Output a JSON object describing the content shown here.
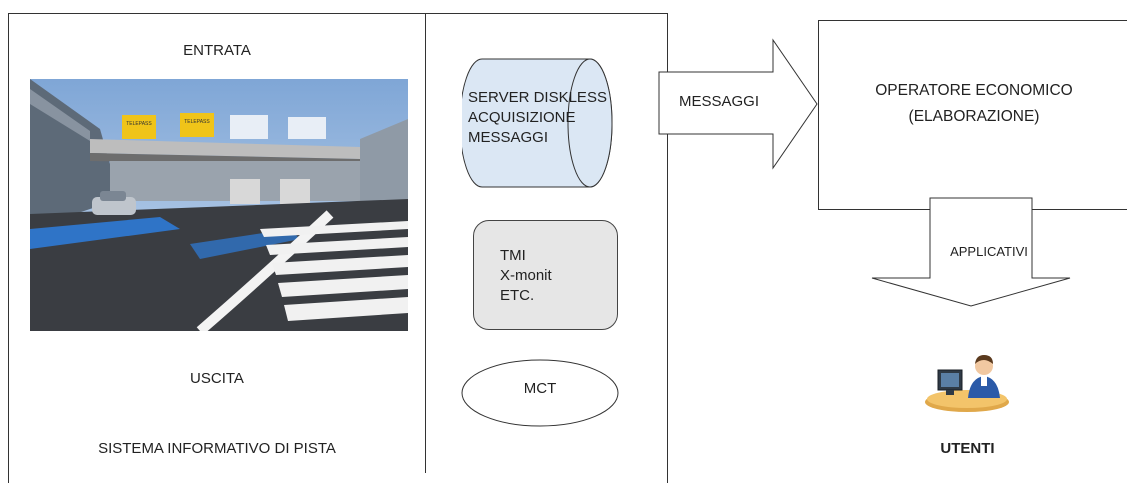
{
  "left_panel": {
    "entrata": "ENTRATA",
    "uscita": "USCITA",
    "sistema": "SISTEMA INFORMATIVO DI PISTA",
    "sign_text": "TELEPASS"
  },
  "server": {
    "lines": [
      "SERVER DISKLESS",
      "ACQUISIZIONE",
      "MESSAGGI"
    ]
  },
  "tools": {
    "lines": [
      "TMI",
      "X-monit",
      "ETC."
    ]
  },
  "mct": {
    "label": "MCT"
  },
  "messaggi": {
    "label": "MESSAGGI"
  },
  "operatore": {
    "line1": "OPERATORE ECONOMICO",
    "line2": "(ELABORAZIONE)"
  },
  "applicativi": {
    "label": "APPLICATIVI"
  },
  "utenti": {
    "label": "UTENTI"
  },
  "colors": {
    "cylinder_fill": "#dbe7f4",
    "tools_fill": "#e6e6e6",
    "line": "#333333"
  }
}
